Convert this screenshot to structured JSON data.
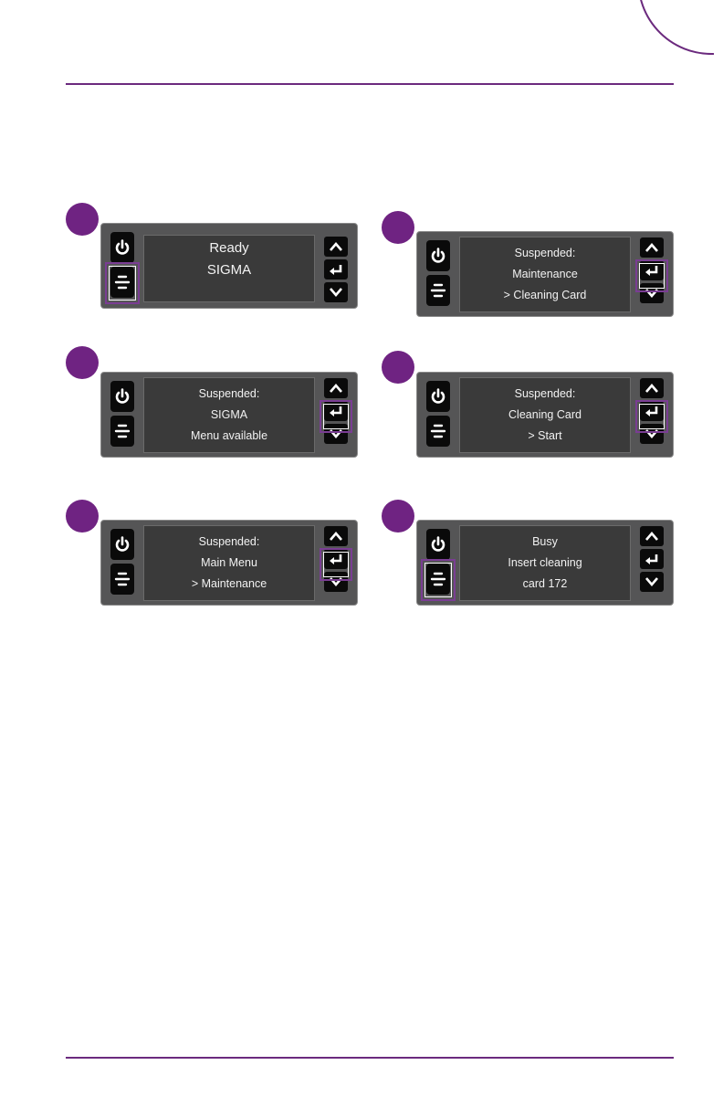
{
  "colors": {
    "accent": "#6f2382",
    "panel": "#555556",
    "screen": "#3a3a3a",
    "button": "#0a0a0a"
  },
  "icons": {
    "power": "power-icon",
    "menu": "menu-icon",
    "up": "chevron-up-icon",
    "enter": "enter-icon",
    "down": "chevron-down-icon"
  },
  "steps": [
    {
      "lines": [
        "Ready",
        "SIGMA"
      ],
      "highlight": "menu"
    },
    {
      "lines": [
        "Suspended:",
        "Maintenance",
        "> Cleaning Card"
      ],
      "highlight": "enter"
    },
    {
      "lines": [
        "Suspended:",
        "SIGMA",
        "Menu available"
      ],
      "highlight": "enter"
    },
    {
      "lines": [
        "Suspended:",
        "Cleaning Card",
        "> Start"
      ],
      "highlight": "enter"
    },
    {
      "lines": [
        "Suspended:",
        "Main Menu",
        "> Maintenance"
      ],
      "highlight": "enter"
    },
    {
      "lines": [
        "Busy",
        "Insert cleaning",
        "card 172"
      ],
      "highlight": "menu"
    }
  ]
}
